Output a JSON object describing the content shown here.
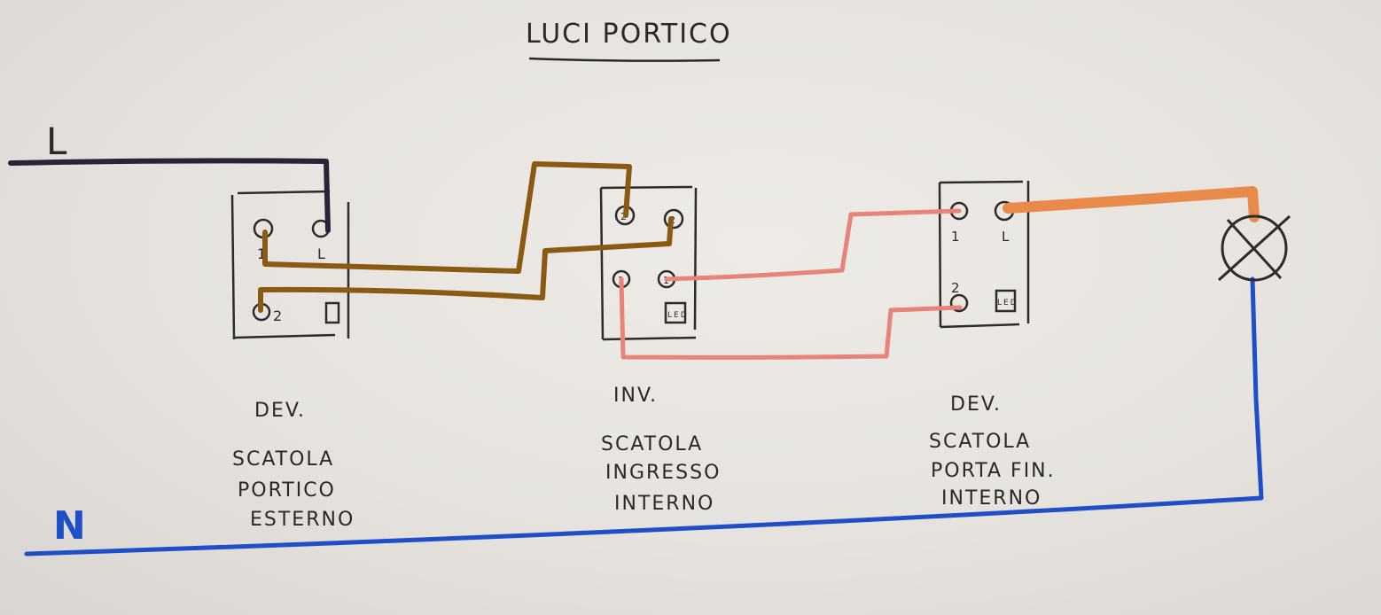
{
  "title": "LUCI PORTICO",
  "supply": {
    "line_label": "L",
    "neutral_label": "N"
  },
  "colors": {
    "line": "#2a2238",
    "traveler_a": "#8a5a12",
    "traveler_b": "#e8837a",
    "lamp_feed": "#e88a4a",
    "neutral": "#1f4fc8"
  },
  "boxes": [
    {
      "type": "DEV.",
      "lines": [
        "SCATOLA",
        "PORTICO",
        "ESTERNO"
      ],
      "terminals": [
        "1",
        "L",
        "2"
      ]
    },
    {
      "type": "INV.",
      "lines": [
        "SCATOLA",
        "INGRESSO",
        "INTERNO"
      ],
      "terminals": [
        "2",
        "2",
        "1",
        "1"
      ],
      "led": "LED"
    },
    {
      "type": "DEV.",
      "lines": [
        "SCATOLA",
        "PORTA FIN.",
        "INTERNO"
      ],
      "terminals": [
        "1",
        "L",
        "2"
      ],
      "led": "LED"
    }
  ],
  "lamp": {
    "icon": "lamp-cross-icon"
  }
}
